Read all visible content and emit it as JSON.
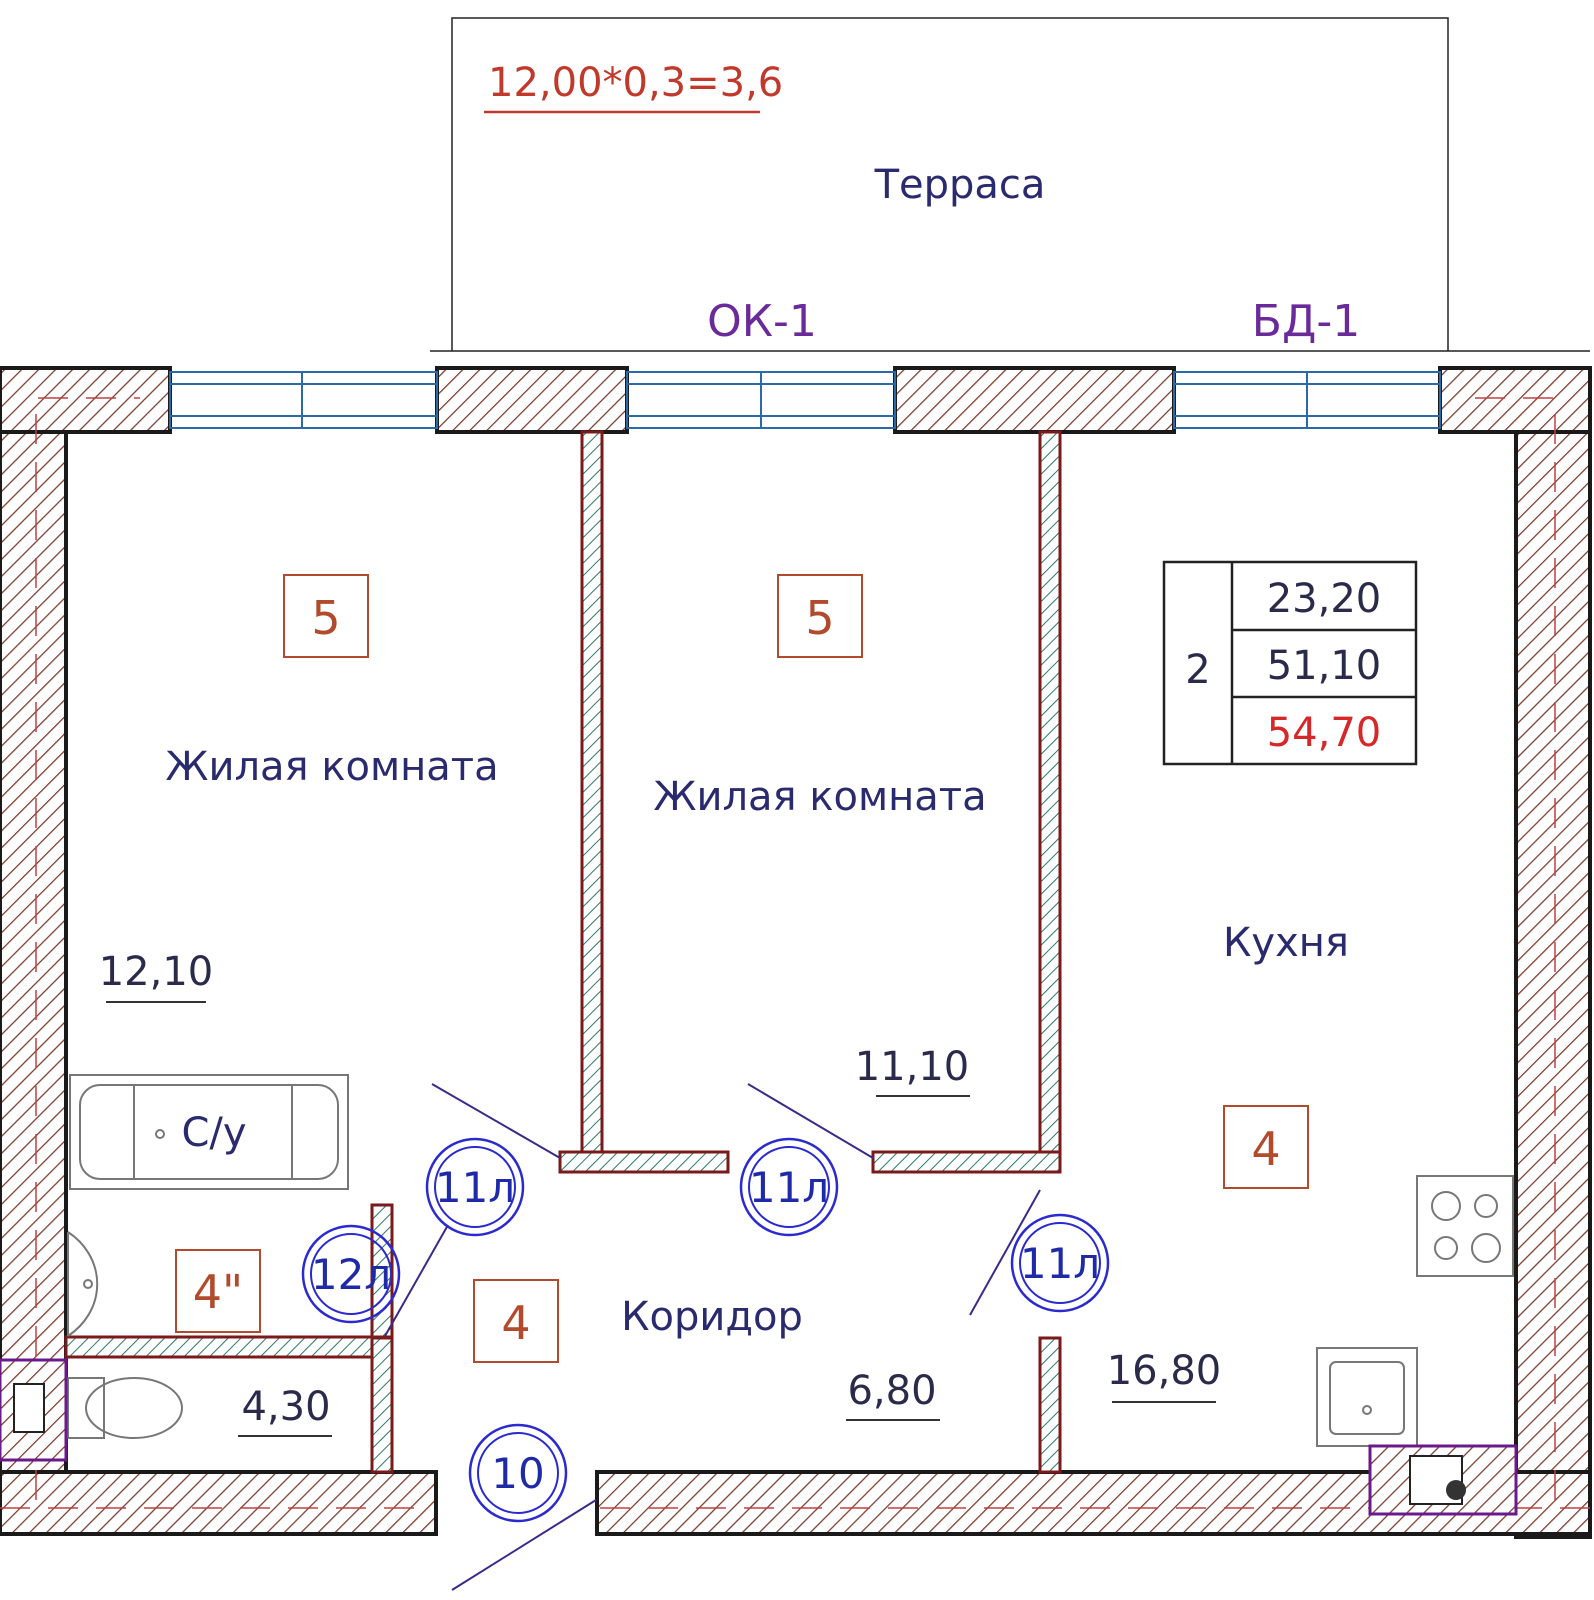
{
  "terrace": {
    "formula": "12,00*0,3=3,6",
    "label": "Терраса"
  },
  "marks": {
    "window": "ОК-1",
    "balcony_door": "БД-1"
  },
  "rooms": [
    {
      "name": "Жилая комната",
      "area": "12,10",
      "tag": "5"
    },
    {
      "name": "Жилая комната",
      "area": "11,10",
      "tag": "5"
    },
    {
      "name": "Кухня",
      "area": "16,80",
      "tag": "4"
    },
    {
      "name": "Коридор",
      "area": "6,80",
      "tag": "4"
    },
    {
      "name": "С/у",
      "area": "4,30",
      "tag": "4\""
    }
  ],
  "summary": {
    "rooms_count": "2",
    "living_area": "23,20",
    "total_area": "51,10",
    "total_with_terrace": "54,70"
  },
  "doors": {
    "bath": "12л",
    "room1": "11л",
    "room2": "11л",
    "kitchen": "11л",
    "entrance": "10"
  },
  "colors": {
    "room_labels": "#2a2a6e",
    "tags": "#b24a2e",
    "door_marks": "#1f2aa8",
    "opening_marks": "#6a2a9a",
    "terrace_formula": "#c0392b",
    "total_highlight": "#d62828"
  }
}
